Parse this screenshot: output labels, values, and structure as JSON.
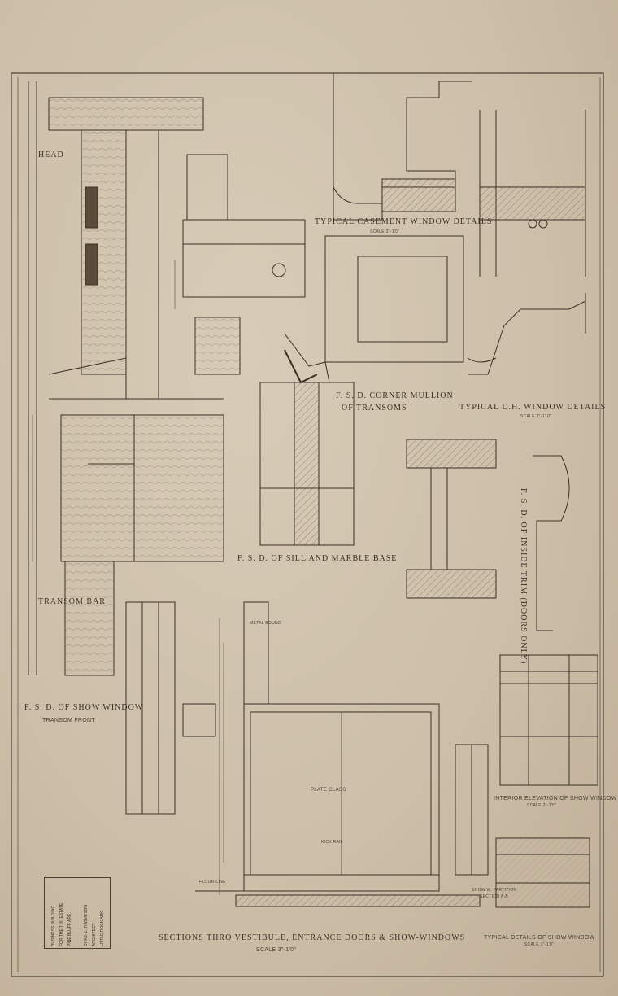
{
  "labels": {
    "head": "HEAD",
    "casement_title": "TYPICAL CASEMENT WINDOW DETAILS",
    "casement_scale": "SCALE 3\"-1'0\"",
    "corner_mullion_1": "F. S. D. CORNER MULLION",
    "corner_mullion_2": "OF TRANSOMS",
    "dh_title": "TYPICAL D.H. WINDOW DETAILS",
    "dh_scale": "SCALE 3\"-1'-0\"",
    "sill_title": "F. S. D. OF SILL AND MARBLE BASE",
    "door_trim_title": "F. S. D. OF INSIDE TRIM (DOORS ONLY)",
    "transom_bar": "TRANSOM BAR",
    "show_window_1": "F. S. D. OF SHOW WINDOW",
    "show_window_2": "TRANSOM FRONT",
    "plate_glass": "PLATE GLASS",
    "interior_elev": "INTERIOR ELEVATION OF SHOW WINDOW",
    "interior_scale": "SCALE 3\"-1'0\"",
    "typical_show": "TYPICAL DETAILS OF SHOW WINDOW",
    "typical_show_scale": "SCALE 3\"-1'0\"",
    "sections_title": "SECTIONS THRO VESTIBULE, ENTRANCE DOORS & SHOW-WINDOWS",
    "sections_scale": "SCALE 3\"-1'0\"",
    "show_partition": "SHOW W. PARTITION",
    "section_ab": "SECTION A-B",
    "metal_bound": "METAL BOUND",
    "kick_rail": "KICK RAIL",
    "floor_line": "FLOOR LINE"
  },
  "title_block": {
    "line1": "BUSINESS BUILDING",
    "line2": "FOR THE T. K. ESTATE",
    "line3": "PINE BLUFF ARK.",
    "architects_1": "CHAS. L. THOMPSON",
    "architects_2": "ARCHITECT",
    "architects_3": "LITTLE ROCK ARK."
  },
  "colors": {
    "paper": "#cdbfa9",
    "ink": "#3a3026",
    "hatch": "#6b5a48"
  }
}
